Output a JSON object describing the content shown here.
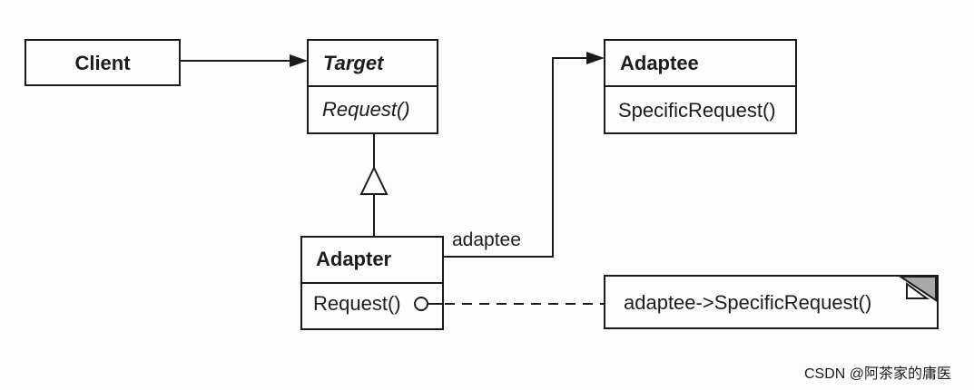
{
  "diagram": {
    "title_semantic": "Adapter design pattern class diagram",
    "client": {
      "name": "Client"
    },
    "target": {
      "name": "Target",
      "method": "Request()"
    },
    "adaptee": {
      "name": "Adaptee",
      "method": "SpecificRequest()"
    },
    "adapter": {
      "name": "Adapter",
      "method": "Request()"
    },
    "association_label": "adaptee",
    "note": {
      "text": "adaptee->SpecificRequest()"
    },
    "colors": {
      "line": "#1b1b1b",
      "box_fill": "#fefefe",
      "note_fold": "#a9a9a9",
      "watermark": "#c5c4c2",
      "background": "#fdfdfd"
    }
  },
  "watermark": {
    "text": "CSDN @阿茶家的庸医"
  }
}
